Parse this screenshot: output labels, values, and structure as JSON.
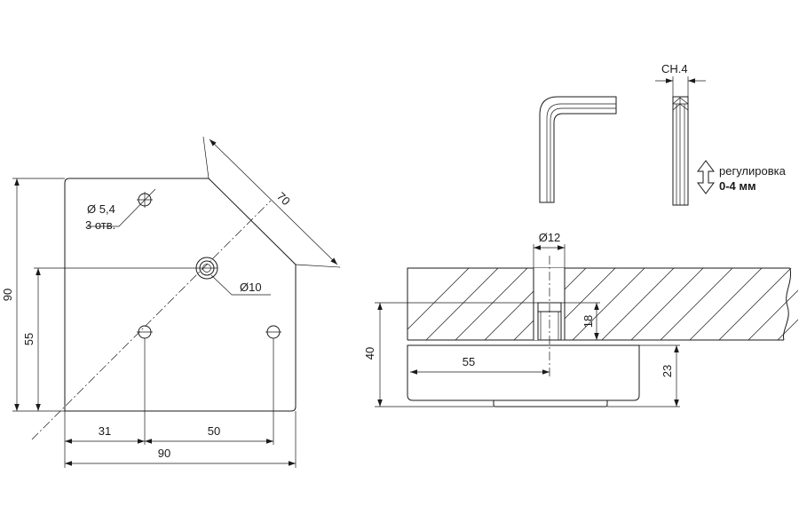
{
  "left_view": {
    "dim_overall_height": "90",
    "dim_center_height": "55",
    "dim_diagonal": "70",
    "dim_hole_x": "31",
    "dim_hole_spacing": "50",
    "dim_overall_width": "90",
    "hole_diameter": "Ø 5,4",
    "hole_count": "3 отв.",
    "center_diameter": "Ø10"
  },
  "section_view": {
    "dim_bore": "Ø12",
    "dim_thread_depth": "18",
    "dim_total_height": "40",
    "dim_offset": "55",
    "dim_base_height": "23"
  },
  "tool": {
    "hex_size": "СН.4",
    "adjustment_label": "регулировка",
    "adjustment_range": "0-4 мм"
  }
}
